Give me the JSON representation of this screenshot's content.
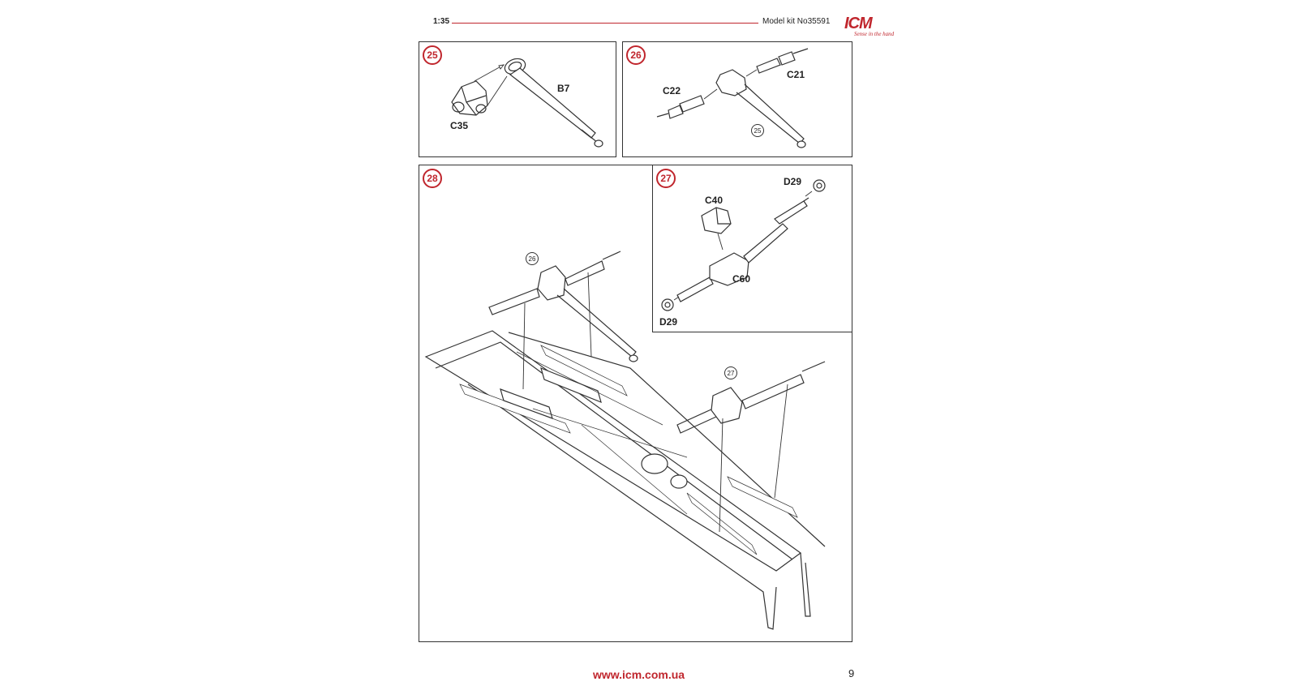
{
  "header": {
    "scale": "1:35",
    "model_kit": "Model kit No35591",
    "brand": "ICM",
    "tagline": "Sense in the hand"
  },
  "steps": [
    {
      "number": "25",
      "parts": [
        "B7",
        "C35"
      ]
    },
    {
      "number": "26",
      "parts": [
        "C21",
        "C22"
      ],
      "refs": [
        "25"
      ]
    },
    {
      "number": "28",
      "refs": [
        "26",
        "27"
      ]
    },
    {
      "number": "27",
      "parts": [
        "D29",
        "C40",
        "C60",
        "D29"
      ]
    }
  ],
  "footer": {
    "website": "www.icm.com.ua",
    "page_number": "9"
  },
  "colors": {
    "accent": "#c0262d",
    "line": "#333333"
  }
}
